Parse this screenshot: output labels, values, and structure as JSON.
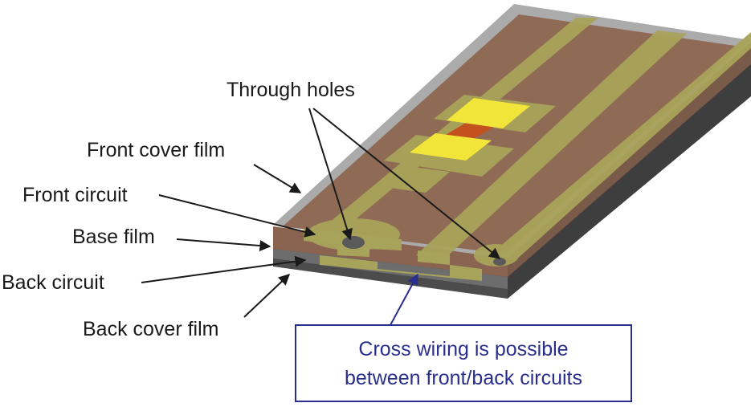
{
  "labels": {
    "through_holes": "Through holes",
    "front_cover_film": "Front cover film",
    "front_circuit": "Front circuit",
    "base_film": "Base film",
    "back_circuit": "Back circuit",
    "back_cover_film": "Back cover film"
  },
  "callout": {
    "line1": "Cross wiring is possible",
    "line2": "between front/back circuits"
  },
  "colors": {
    "cover_film": "#a8a8a8",
    "base_film": "#8f6a55",
    "circuit": "#a8a35a",
    "component": "#f2e53a",
    "resistor": "#c4521e",
    "back_layer": "#5a5a5a",
    "callout_border": "#2a2e8c",
    "callout_text": "#2a2e8c"
  }
}
